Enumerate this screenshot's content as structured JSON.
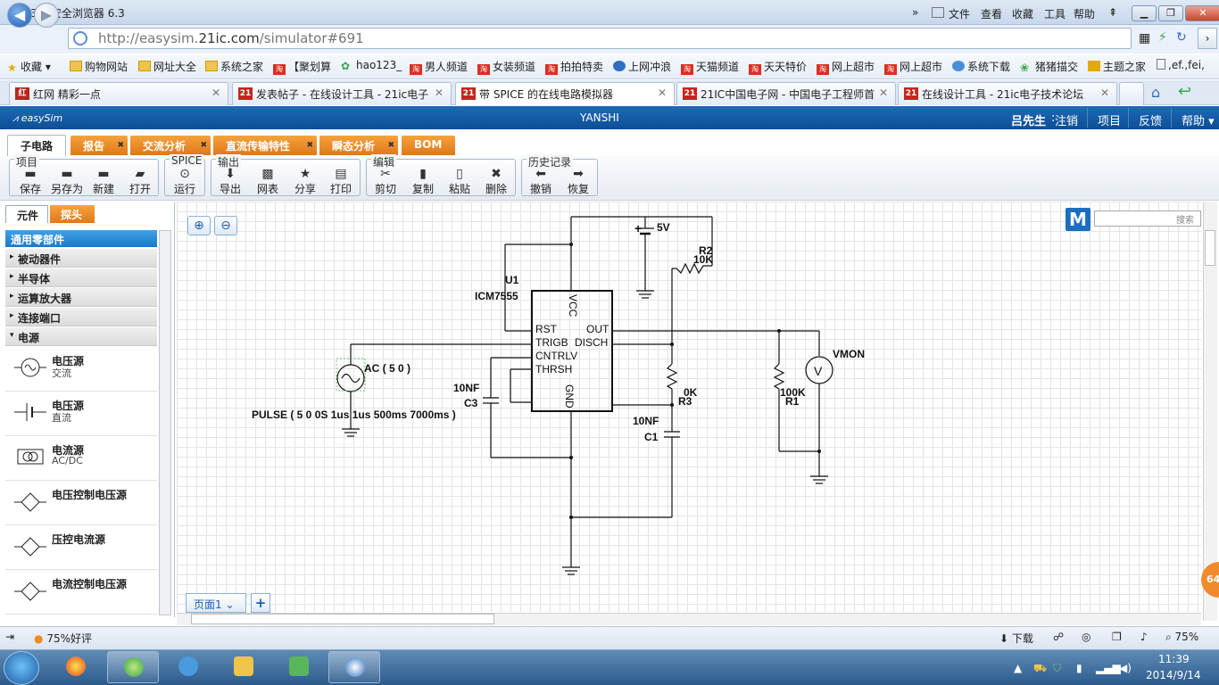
{
  "browser": {
    "title": "360安全浏览器 6.3",
    "menu": [
      "文件",
      "查看",
      "收藏",
      "工具",
      "帮助"
    ],
    "url_prefix": "http://easysim.",
    "url_domain": "21ic.com",
    "url_rest": "/simulator#691"
  },
  "bookmarks": [
    "收藏",
    "购物网站",
    "网址大全",
    "系统之家",
    "【聚划算",
    "hao123_",
    "男人频道",
    "女装频道",
    "拍拍特卖",
    "上网冲浪",
    "天猫频道",
    "天天特价",
    "网上超市",
    "网上超市",
    "系统下载",
    "猪猪描交",
    "主题之家",
    ",ef.,fei,"
  ],
  "tabs": [
    {
      "label": "红网 精彩一点",
      "fav": "红"
    },
    {
      "label": "发表帖子 - 在线设计工具 - 21ic电子",
      "fav": "21"
    },
    {
      "label": "带 SPICE 的在线电路模拟器",
      "fav": "21"
    },
    {
      "label": "21IC中国电子网 - 中国电子工程师首",
      "fav": "21"
    },
    {
      "label": "在线设计工具 - 21ic电子技术论坛",
      "fav": "21"
    }
  ],
  "app": {
    "logo": "easySim",
    "project": "YANSHI",
    "user": "吕先生",
    "logout": "注销",
    "links": [
      "项目",
      "反馈",
      "帮助"
    ]
  },
  "app_tabs": [
    "子电路",
    "报告",
    "交流分析",
    "直流传输特性",
    "瞬态分析",
    "BOM"
  ],
  "toolbar": {
    "groups": [
      "项目",
      "SPICE",
      "输出",
      "编辑",
      "历史记录"
    ],
    "buttons": [
      "保存",
      "另存为",
      "新建",
      "打开",
      "运行",
      "导出",
      "网表",
      "分享",
      "打印",
      "剪切",
      "复制",
      "粘贴",
      "删除",
      "撤销",
      "恢复"
    ]
  },
  "left": {
    "tabs": [
      "元件",
      "探头"
    ],
    "header": "通用零部件",
    "categories": [
      "被动器件",
      "半导体",
      "运算放大器",
      "连接端口",
      "电源"
    ],
    "components": [
      {
        "name": "电压源",
        "sub": "交流"
      },
      {
        "name": "电压源",
        "sub": "直流"
      },
      {
        "name": "电流源",
        "sub": "AC/DC"
      },
      {
        "name": "电压控制电压源",
        "sub": ""
      },
      {
        "name": "压控电流源",
        "sub": ""
      },
      {
        "name": "电流控制电压源",
        "sub": ""
      }
    ]
  },
  "canvas": {
    "search_btn": "搜索",
    "page_tab": "页面1",
    "badge": "64"
  },
  "schematic": {
    "u1_ref": "U1",
    "u1_part": "ICM7555",
    "pins": [
      "RST",
      "TRIGB",
      "CNTRLV",
      "THRSH",
      "OUT",
      "DISCH",
      "VCC",
      "GND"
    ],
    "supply": "5V",
    "r2": [
      "R2",
      "10K"
    ],
    "r3": [
      "0K",
      "R3"
    ],
    "r1": [
      "100K",
      "R1"
    ],
    "c3": [
      "10NF",
      "C3"
    ],
    "c1": [
      "10NF",
      "C1"
    ],
    "ac_label": "AC ( 5 0 )",
    "pulse_label": "PULSE ( 5 0 0S 1us 1us 500ms 7000ms )",
    "vmon": "VMON",
    "vm_symbol": "V"
  },
  "status": {
    "rating": "75%好评",
    "download": "下载",
    "zoom": "75%"
  },
  "taskbar": {
    "time": "11:39",
    "date": "2014/9/14"
  }
}
